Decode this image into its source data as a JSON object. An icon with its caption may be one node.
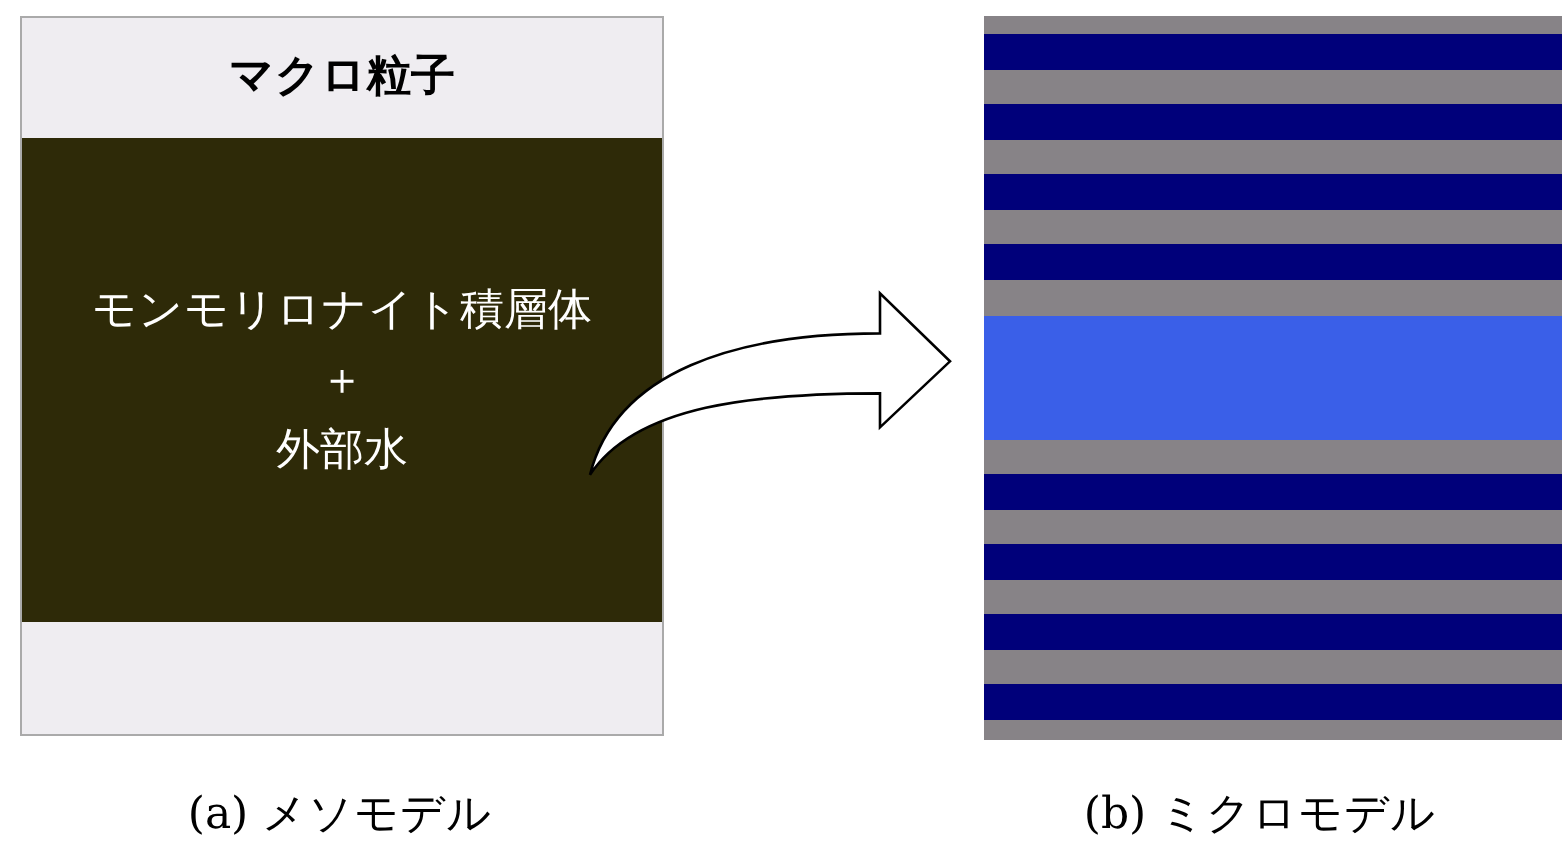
{
  "diagram": {
    "nodes": [
      {
        "text": [
          "マクロ粒子"
        ],
        "beside": [
          "(a) メソモデル"
        ]
      },
      {
        "text": [
          "モンモリロナイト積層体",
          "＋",
          "外部水"
        ],
        "in": 0
      },
      {
        "text": [],
        "shape": "box",
        "beside": [
          "(b) ミクロモデル"
        ]
      }
    ],
    "edges": [
      {
        "from": 1,
        "to": 2,
        "arrow": "to"
      }
    ]
  }
}
